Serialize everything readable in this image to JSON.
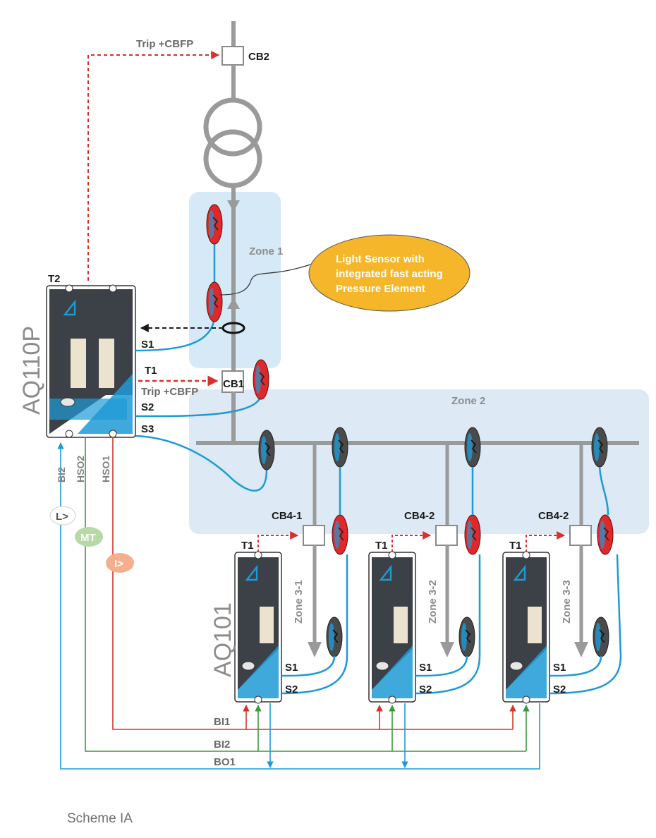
{
  "diagram": {
    "footer": "Scheme IA",
    "cb2": "CB2",
    "trip_cbfp_top": "Trip +CBFP",
    "trip_cbfp_mid": "Trip +CBFP",
    "t2": "T2",
    "t1_main": "T1",
    "cb1": "CB1",
    "zone1": "Zone 1",
    "zone2": "Zone 2",
    "callout": {
      "line1": "Light Sensor with",
      "line2": "integrated fast acting",
      "line3": "Pressure Element"
    },
    "aq110p": "AQ110P",
    "aq101": "AQ101",
    "s1": "S1",
    "s2": "S2",
    "s3": "S3",
    "bi2_v": "BI2",
    "hso2_v": "HSO2",
    "hso1_v": "HSO1",
    "l_gt": "L>",
    "mt": "MT",
    "i_gt": "I>",
    "bi1": "BI1",
    "bi2": "BI2",
    "bo1": "BO1",
    "feeders": [
      {
        "cb": "CB4-1",
        "t1": "T1",
        "zone": "Zone 3-1",
        "s1": "S1",
        "s2": "S2"
      },
      {
        "cb": "CB4-2",
        "t1": "T1",
        "zone": "Zone 3-2",
        "s1": "S1",
        "s2": "S2"
      },
      {
        "cb": "CB4-2",
        "t1": "T1",
        "zone": "Zone 3-3",
        "s1": "S1",
        "s2": "S2"
      }
    ],
    "colors": {
      "blue_fiber": "#1e9ad6",
      "trip_red": "#d9302b",
      "green_wire": "#3a9a3a",
      "zone_fill": "#d5e9f6",
      "callout_fill": "#f5b62a",
      "mt_fill": "#b6d9a6",
      "i_fill": "#f4b08c",
      "sensor_red": "#e0282a"
    }
  }
}
